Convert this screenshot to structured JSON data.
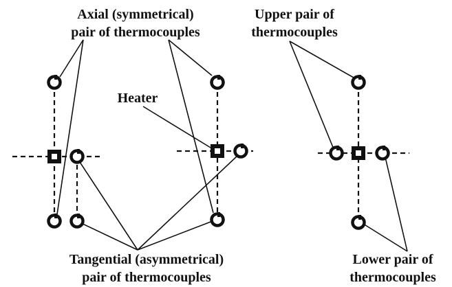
{
  "labels": {
    "axial_line1": "Axial (symmetrical)",
    "axial_line2": "pair of thermocouples",
    "upper_line1": "Upper pair of",
    "upper_line2": "thermocouples",
    "heater": "Heater",
    "tangential_line1": "Tangential (asymmetrical)",
    "tangential_line2": "pair of thermocouples",
    "lower_line1": "Lower pair of",
    "lower_line2": "thermocouples"
  },
  "colors": {
    "ink": "#111111",
    "background": "#ffffff"
  }
}
